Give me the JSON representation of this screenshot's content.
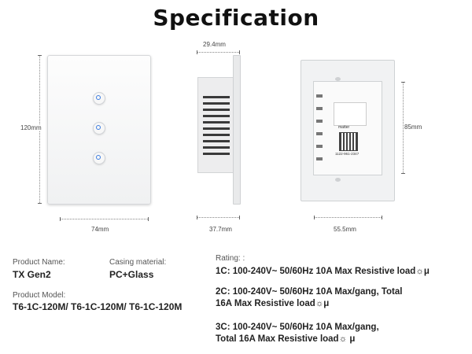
{
  "title": "Specification",
  "dimensions": {
    "front_height": "120mm",
    "front_width": "74mm",
    "side_depth": "29.4mm",
    "side_inner": "37.7mm",
    "back_height": "85mm",
    "back_width": "55.5mm"
  },
  "back_label": {
    "brand": "matter",
    "code": "1122-961-2347"
  },
  "specs": {
    "product_name_label": "Product Name:",
    "product_name": "TX Gen2",
    "casing_label": "Casing material:",
    "casing": "PC+Glass",
    "model_label": "Product Model:",
    "model": "T6-1C-120M/ T6-1C-120M/ T6-1C-120M",
    "rating_label": "Rating: :",
    "rating_1c": "1C: 100-240V~ 50/60Hz 10A Max Resistive load☼μ",
    "rating_2c_line1": "2C: 100-240V~ 50/60Hz 10A Max/gang, Total",
    "rating_2c_line2": "16A Max Resistive load☼μ",
    "rating_3c_line1": "3C: 100-240V~ 50/60Hz 10A Max/gang,",
    "rating_3c_line2": "Total 16A Max Resistive load☼ μ"
  }
}
